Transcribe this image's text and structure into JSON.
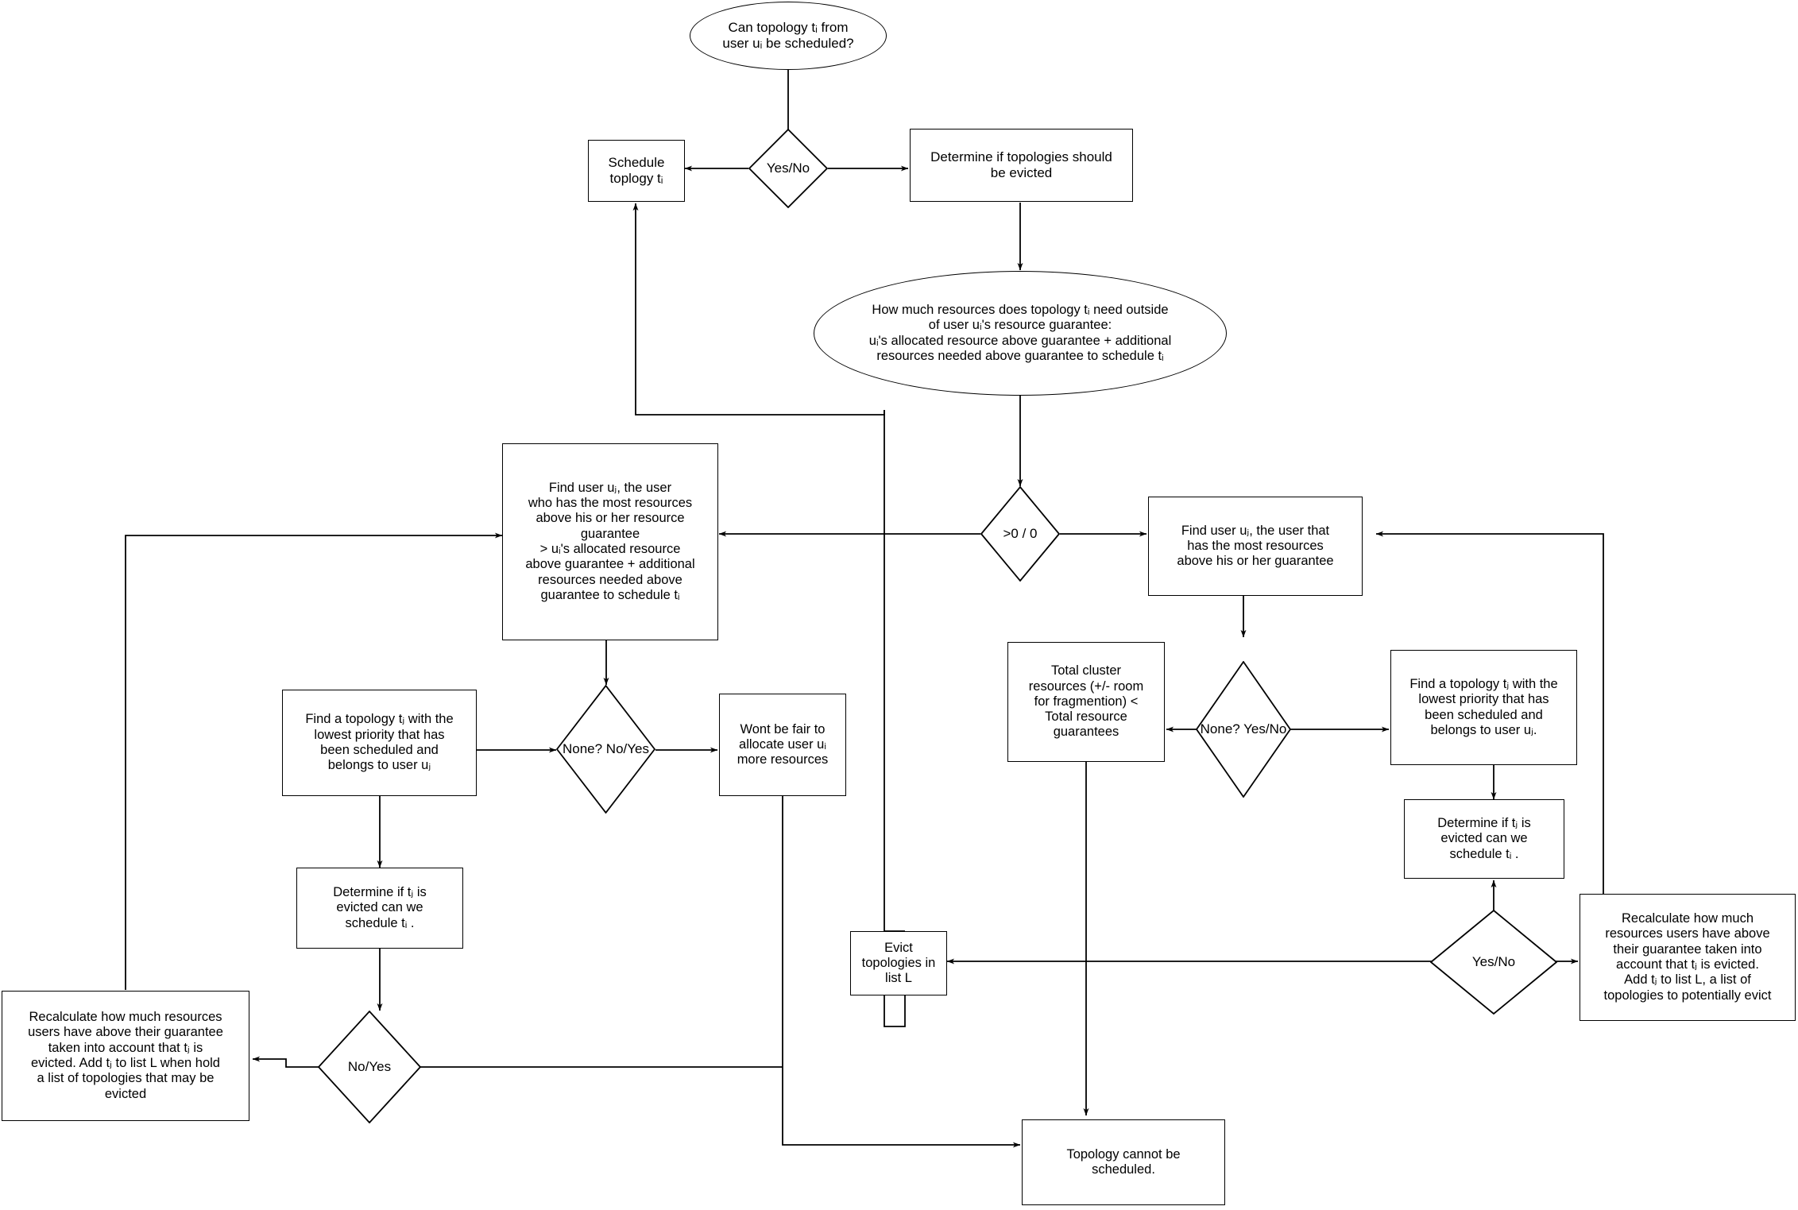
{
  "diagram": {
    "title": "Topology scheduling and eviction decision flowchart",
    "stroke_color": "#000000",
    "fill_color": "#ffffff"
  },
  "nodes": {
    "start_ellipse": {
      "shape": "ellipse",
      "text": "Can topology tᵢ from\nuser uᵢ be scheduled?"
    },
    "decision_yes_no_top": {
      "shape": "diamond",
      "text": "Yes/No"
    },
    "schedule_topology": {
      "shape": "box",
      "text": "Schedule\ntoplogy tᵢ"
    },
    "determine_evict": {
      "shape": "box",
      "text": "Determine if topologies should\nbe evicted"
    },
    "how_much_resources_ellipse": {
      "shape": "ellipse",
      "text": "How much resources does topology tᵢ need outside\nof user uᵢ's resource guarantee:\nuᵢ's allocated resource above guarantee + additional\nresources needed above guarantee to schedule tᵢ"
    },
    "decision_gt0": {
      "shape": "diamond",
      "text": ">0 / 0"
    },
    "find_user_uj_left": {
      "shape": "box",
      "text": "Find user uⱼ, the user\nwho has the most  resources\nabove his or her resource\nguarantee\n> uᵢ's allocated resource\nabove guarantee + additional\nresources needed above\nguarantee to schedule tᵢ"
    },
    "find_user_uj_right": {
      "shape": "box",
      "text": "Find user uⱼ, the user that\nhas the most resources\nabove his or her guarantee"
    },
    "find_topology_tj_left": {
      "shape": "box",
      "text": "Find a topology tⱼ with the\nlowest priority that has\nbeen scheduled and\nbelongs to user uⱼ"
    },
    "decision_none_no_yes": {
      "shape": "diamond",
      "text": "None?\nNo/Yes"
    },
    "wont_be_fair": {
      "shape": "box",
      "text": "Wont be fair to\nallocate user uᵢ\nmore resources"
    },
    "total_cluster_resources": {
      "shape": "box",
      "text": "Total cluster\nresources (+/- room\nfor fragmention) <\nTotal resource\nguarantees"
    },
    "decision_none_yes_no": {
      "shape": "diamond",
      "text": "None?\nYes/No"
    },
    "find_topology_tj_right": {
      "shape": "box",
      "text": "Find a topology tⱼ with the\nlowest priority that has\nbeen scheduled and\nbelongs to user uⱼ."
    },
    "determine_tj_left": {
      "shape": "box",
      "text": "Determine if tⱼ is\nevicted can we\nschedule tᵢ ."
    },
    "determine_tj_right": {
      "shape": "box",
      "text": "Determine if tⱼ is\nevicted can we\nschedule tᵢ ."
    },
    "decision_no_yes_bottom": {
      "shape": "diamond",
      "text": "No/Yes"
    },
    "decision_yes_no_right": {
      "shape": "diamond",
      "text": "Yes/No"
    },
    "recalculate_left": {
      "shape": "box",
      "text": "Recalculate how much resources\nusers have above their guarantee\ntaken into account that tⱼ is\nevicted. Add tⱼ to list L when hold\na list of topologies that may be\nevicted"
    },
    "recalculate_right": {
      "shape": "box",
      "text": "Recalculate how much\nresources users have above\ntheir guarantee taken into\naccount that tⱼ is evicted.\nAdd tⱼ to list L, a list of\ntopologies to potentially evict"
    },
    "evict_topologies": {
      "shape": "box",
      "text": "Evict\ntopologies in\nlist L"
    },
    "topology_cannot_be_scheduled": {
      "shape": "box",
      "text": "Topology cannot be\nscheduled."
    }
  }
}
